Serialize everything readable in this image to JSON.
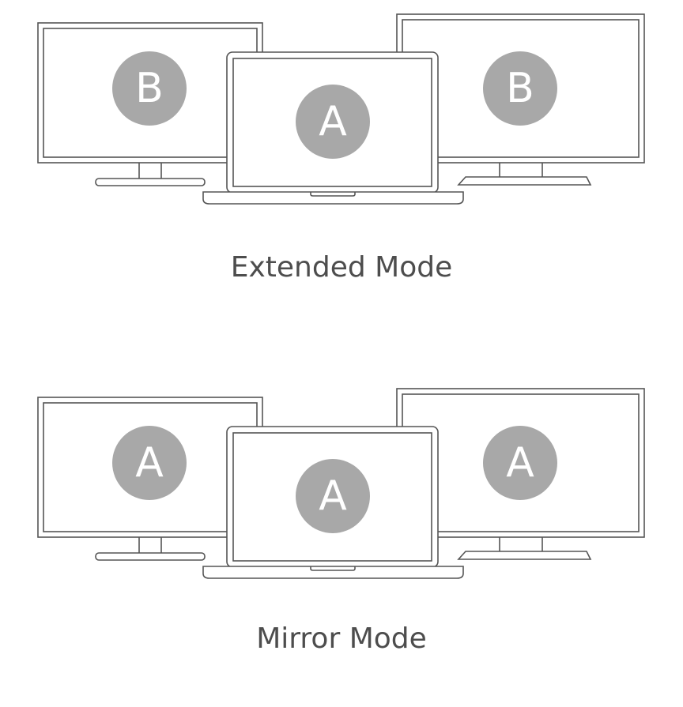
{
  "extended": {
    "caption": "Extended Mode",
    "left_monitor_label": "B",
    "laptop_label": "A",
    "right_monitor_label": "B"
  },
  "mirror": {
    "caption": "Mirror Mode",
    "left_monitor_label": "A",
    "laptop_label": "A",
    "right_monitor_label": "A"
  },
  "colors": {
    "screen_circle": "#a8a8a8",
    "outline": "#555555",
    "caption_text": "#4d4d4d"
  }
}
